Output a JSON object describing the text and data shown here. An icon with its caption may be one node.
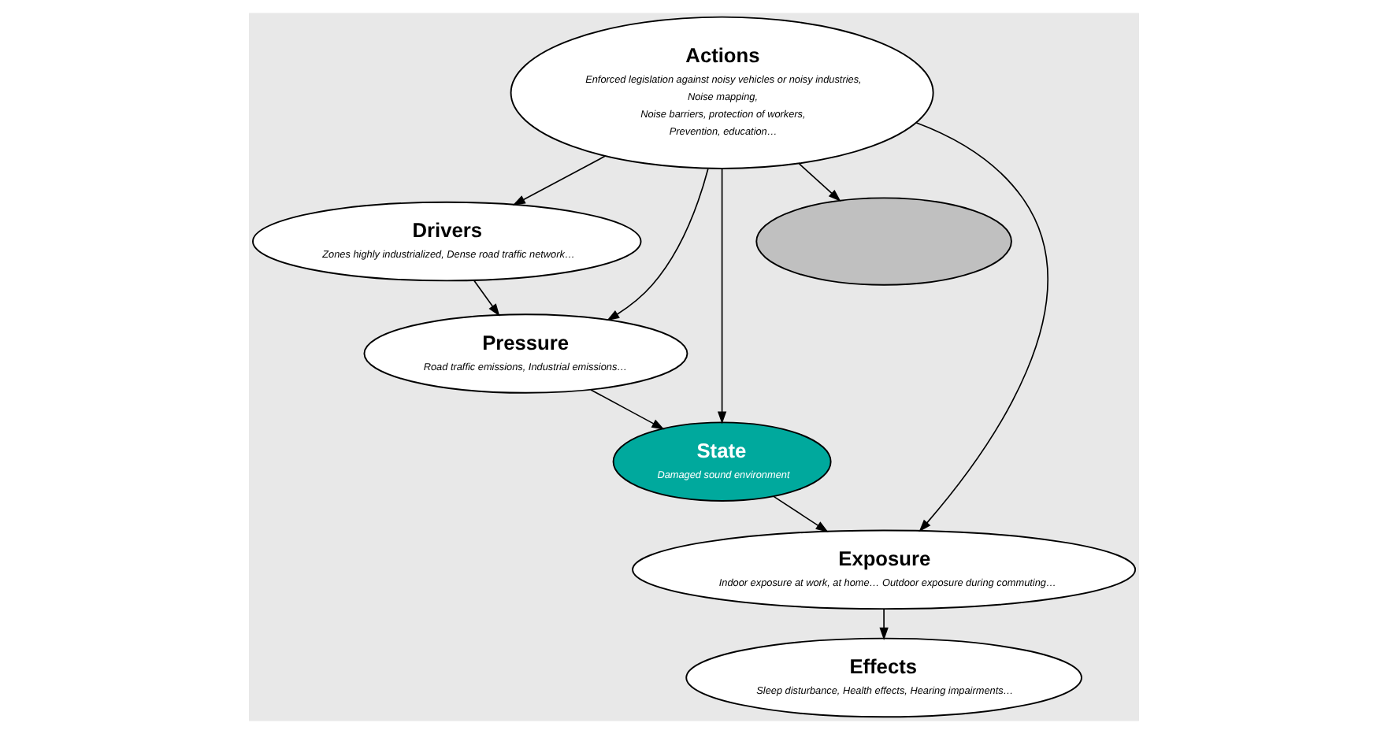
{
  "diagram": {
    "nodes": [
      {
        "text": [
          "Drivers",
          "Zones highly industrialized, Dense road traffic network…"
        ]
      },
      {
        "text": [
          "Pressure",
          "Road traffic emissions, Industrial emissions…"
        ]
      },
      {
        "text": [
          "State",
          "Damaged sound environment"
        ]
      },
      {
        "text": [
          "Actions",
          "Enforced legislation against noisy vehicles or noisy industries,",
          "Noise mapping,",
          "Noise barriers, protection of workers,",
          "Prevention, education…"
        ]
      },
      {
        "text": [],
        "shape": "ellipse"
      },
      {
        "text": [
          "Exposure",
          "Indoor exposure at work, at home… Outdoor exposure during commuting…"
        ]
      },
      {
        "text": [
          "Effects",
          "Sleep disturbance, Health effects, Hearing impairments…"
        ]
      }
    ],
    "edges": [
      {
        "from": 0,
        "to": 1,
        "arrow": "to"
      },
      {
        "from": 1,
        "to": 2,
        "arrow": "to"
      },
      {
        "from": 2,
        "to": 5,
        "arrow": "to"
      },
      {
        "from": 5,
        "to": 6,
        "arrow": "to"
      },
      {
        "from": 3,
        "to": 0,
        "arrow": "to"
      },
      {
        "from": 3,
        "to": 1,
        "arrow": "to"
      },
      {
        "from": 3,
        "to": 2,
        "arrow": "to"
      },
      {
        "from": 3,
        "to": 5,
        "arrow": "to"
      },
      {
        "from": 3,
        "to": 4,
        "arrow": "to"
      }
    ]
  }
}
